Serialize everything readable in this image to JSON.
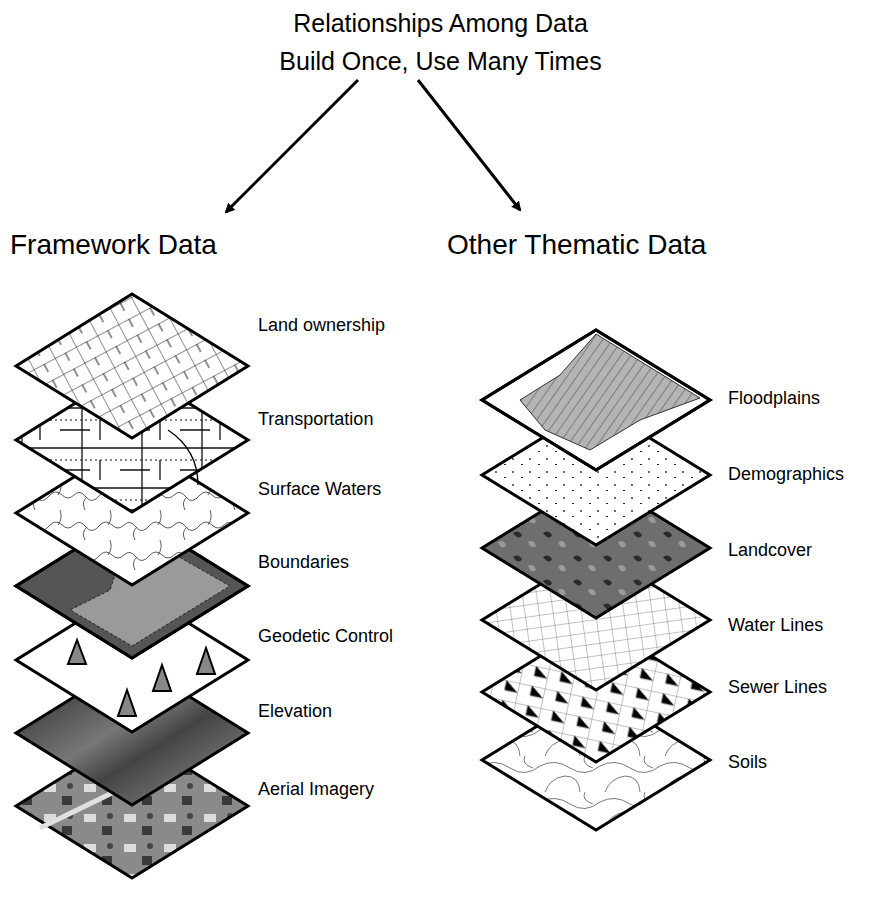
{
  "diagram": {
    "title": "Relationships Among Data",
    "labels": [
      "Build Once, Use Many Times",
      "Framework Data",
      "Other Thematic Data",
      "Land ownership",
      "Transportation",
      "Surface Waters",
      "Boundaries",
      "Geodetic Control",
      "Elevation",
      "Aerial Imagery",
      "Floodplains",
      "Demographics",
      "Landcover",
      "Water Lines",
      "Sewer Lines",
      "Soils"
    ]
  }
}
